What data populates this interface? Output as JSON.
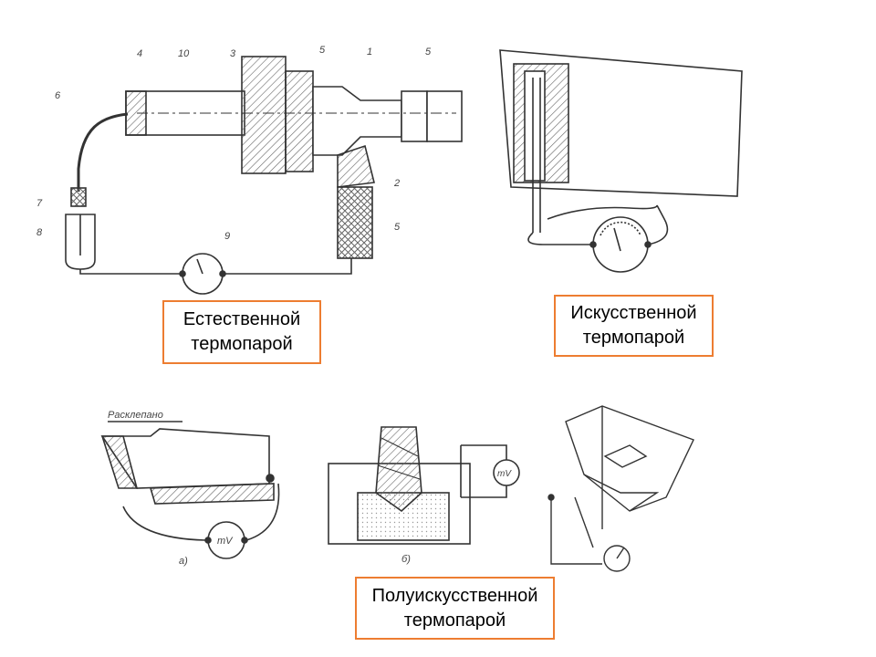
{
  "slide": {
    "captions": {
      "natural": [
        "Естественной",
        "термопарой"
      ],
      "artificial": [
        "Искусственной",
        "термопарой"
      ],
      "semi": [
        "Полуискусственной",
        "термопарой"
      ]
    },
    "accent_color": "#ED7D31",
    "figure_natural": {
      "part_numbers": [
        "4",
        "10",
        "3",
        "5",
        "1",
        "5",
        "6",
        "7",
        "8",
        "9",
        "2",
        "5"
      ]
    },
    "figure_semi_a": {
      "note": "Расклепано",
      "meter": "mV",
      "caption": "а)"
    },
    "figure_semi_b": {
      "meter": "mV",
      "caption": "б)"
    }
  }
}
